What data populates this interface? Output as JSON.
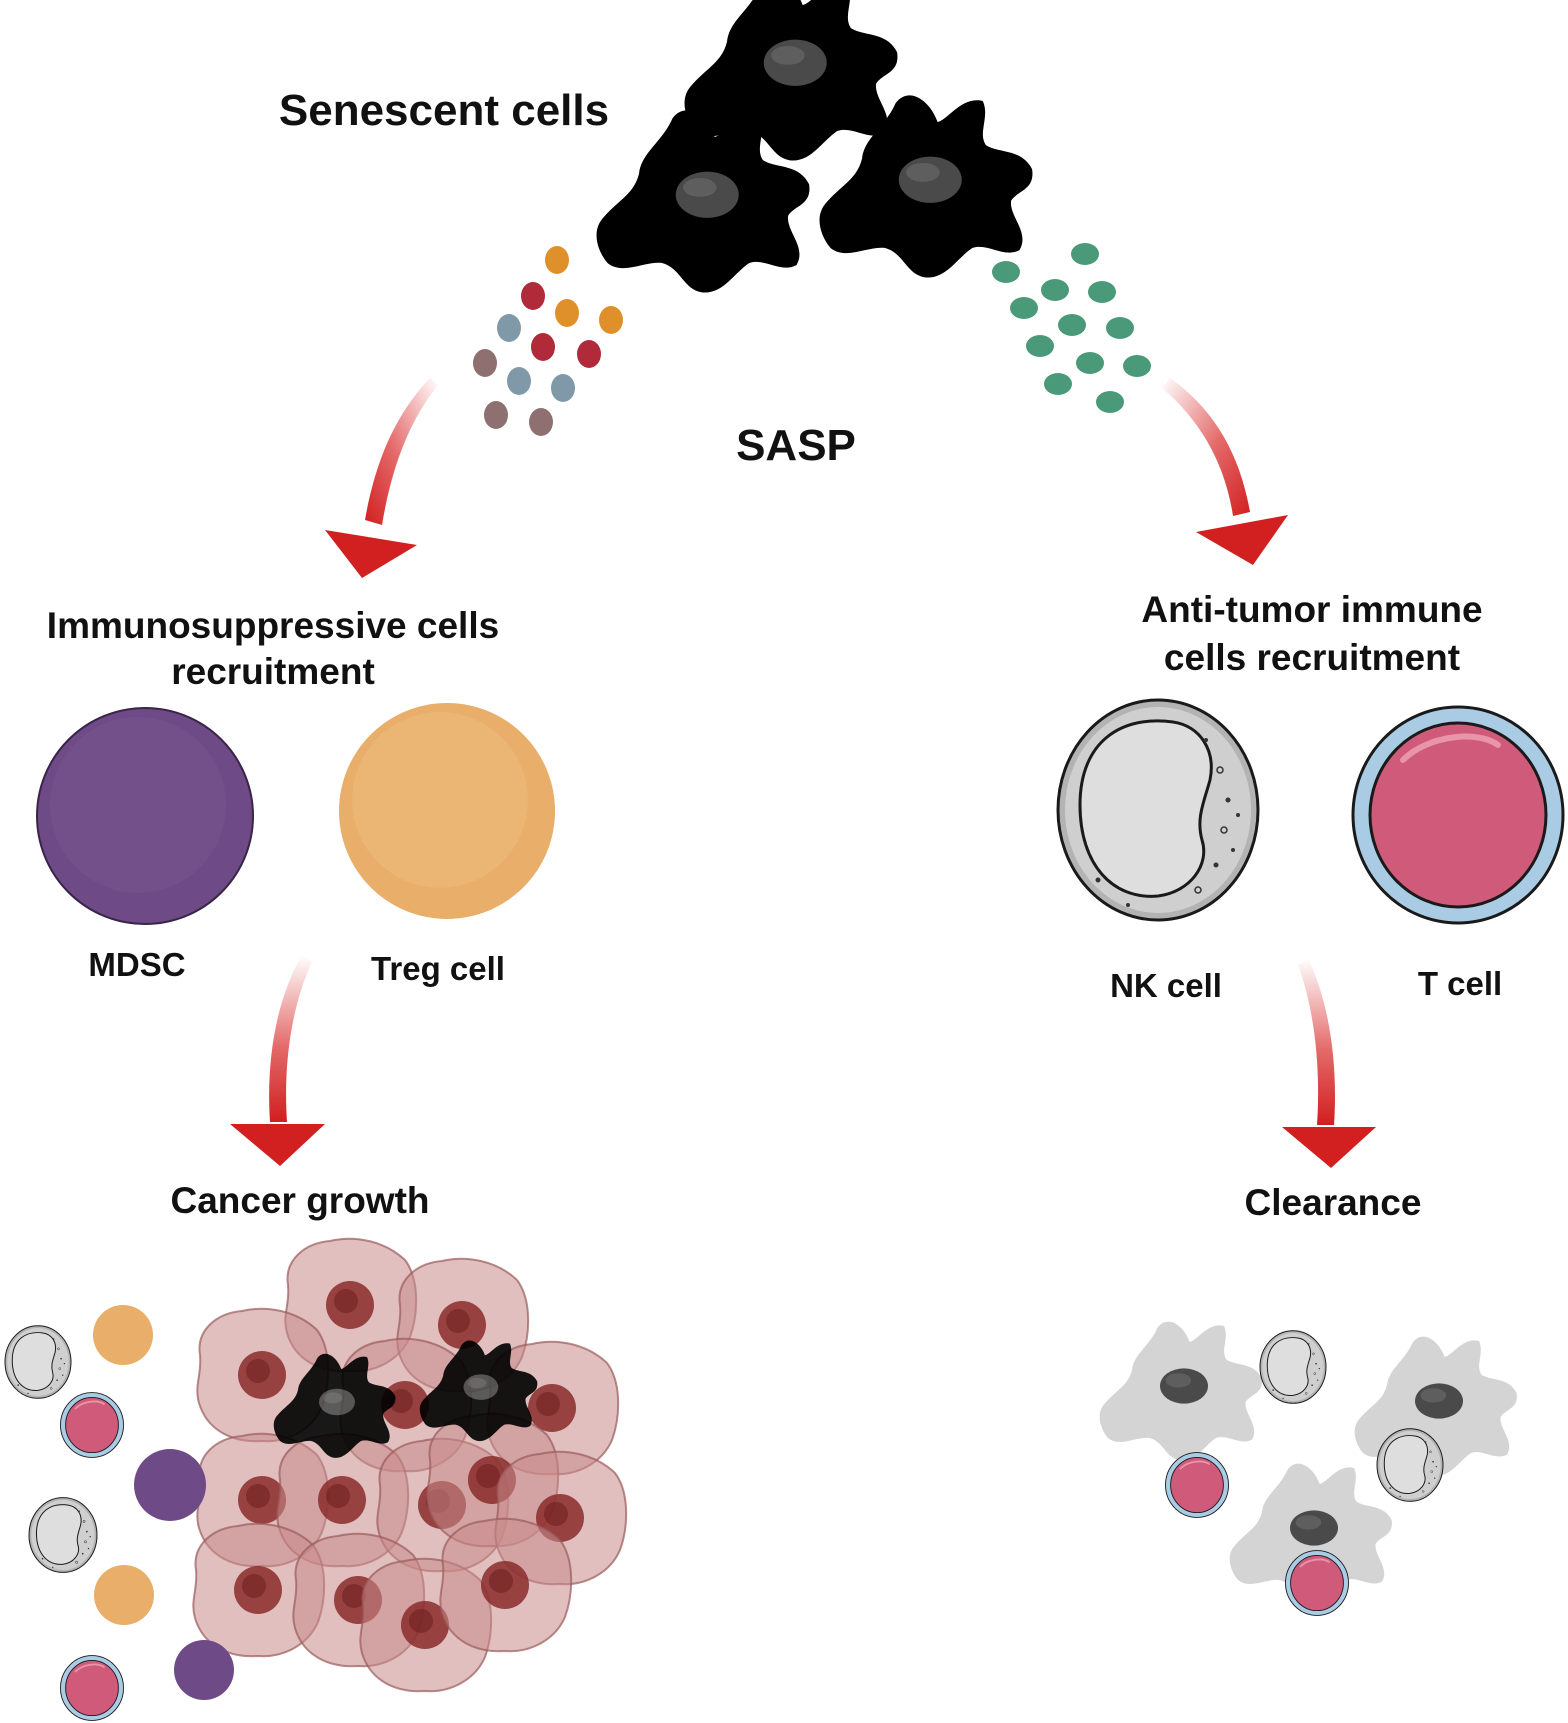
{
  "labels": {
    "senescent": "Senescent cells",
    "sasp": "SASP",
    "immunosuppressive_line1": "Immunosuppressive cells",
    "immunosuppressive_line2": "recruitment",
    "antitumor_line1": "Anti-tumor immune",
    "antitumor_line2": "cells recruitment",
    "mdsc": "MDSC",
    "treg": "Treg cell",
    "nk": "NK cell",
    "tcell": "T cell",
    "cancer_growth": "Cancer growth",
    "clearance": "Clearance"
  },
  "colors": {
    "senescent_cell": "#000000",
    "senescent_nucleus": "#4a4a4a",
    "mdsc": "#6e4a86",
    "treg": "#e8ae6a",
    "nk_cell": "#d8d8d8",
    "t_cell": "#cf5a7a",
    "t_cell_rim": "#a9cbe4",
    "arrow": "#d62b2b",
    "sasp_orange": "#e0902a",
    "sasp_red": "#b02a3a",
    "sasp_grey": "#8099a8",
    "sasp_mauve": "#8e7070",
    "sasp_green": "#4a9a7a",
    "tumor_cell": "#c88a8a",
    "tumor_nucleus": "#8a2a2a",
    "cleared_cell": "#d4d4d4"
  }
}
